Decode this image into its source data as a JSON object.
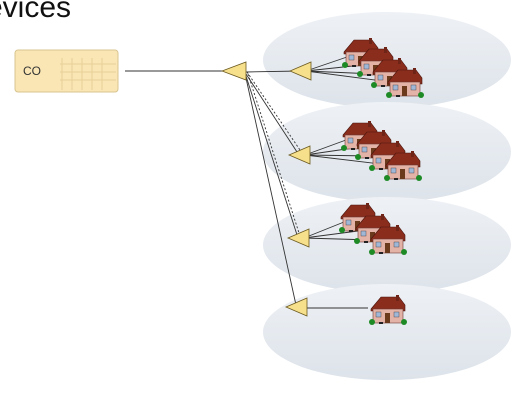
{
  "slide": {
    "title_fragment": "evices"
  },
  "diagram": {
    "central_office_label": "CO",
    "splitter_groups": [
      {
        "homes": 4
      },
      {
        "homes": 4
      },
      {
        "homes": 3
      },
      {
        "homes": 1
      }
    ],
    "colors": {
      "ellipse_fill": "#e3e8ee",
      "splitter_fill": "#f7e08c",
      "co_fill": "#f9e6b4",
      "roof": "#8a2d1c",
      "house_wall": "#e4b3a8",
      "line": "#333333"
    }
  }
}
